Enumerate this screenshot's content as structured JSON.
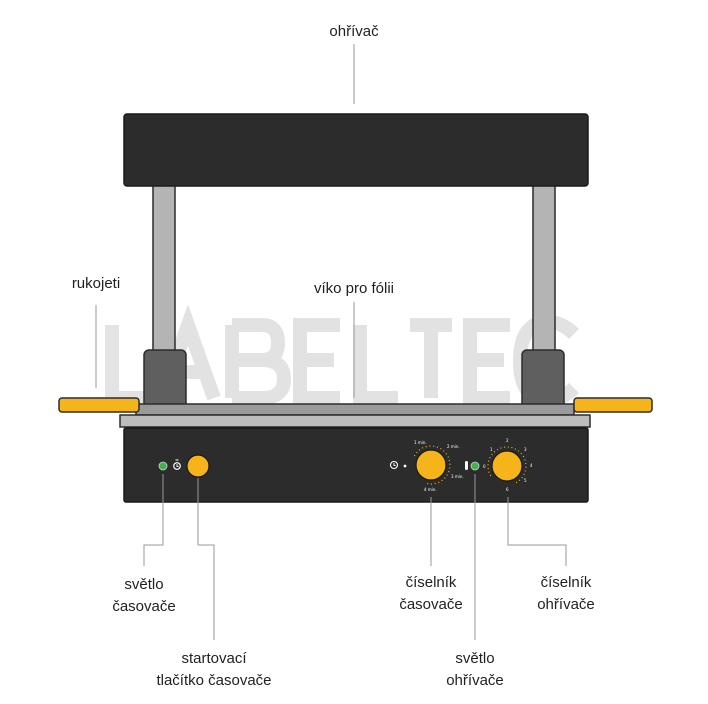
{
  "labels": {
    "heater": "ohřívač",
    "handles": "rukojeti",
    "foil_lid": "víko pro fólii",
    "timer_light_1": "světlo",
    "timer_light_2": "časovače",
    "timer_start_1": "startovací",
    "timer_start_2": "tlačítko časovače",
    "timer_dial_1": "číselník",
    "timer_dial_2": "časovače",
    "heater_light_1": "světlo",
    "heater_light_2": "ohřívače",
    "heater_dial_1": "číselník",
    "heater_dial_2": "ohřívače"
  },
  "dial_marks": {
    "timer": [
      "1 min.",
      "2 min.",
      "3 min.",
      "4 min."
    ],
    "heater": [
      "1",
      "2",
      "3",
      "4",
      "5",
      "6",
      "0"
    ]
  },
  "watermark": "LABELTEC",
  "colors": {
    "body": "#2c2c2c",
    "knob": "#f4b41a",
    "indicator_light": "#3db54a",
    "pillar": "#b4b4b4",
    "leader_line": "#9a9a9a",
    "label_text": "#1f1f1f"
  }
}
